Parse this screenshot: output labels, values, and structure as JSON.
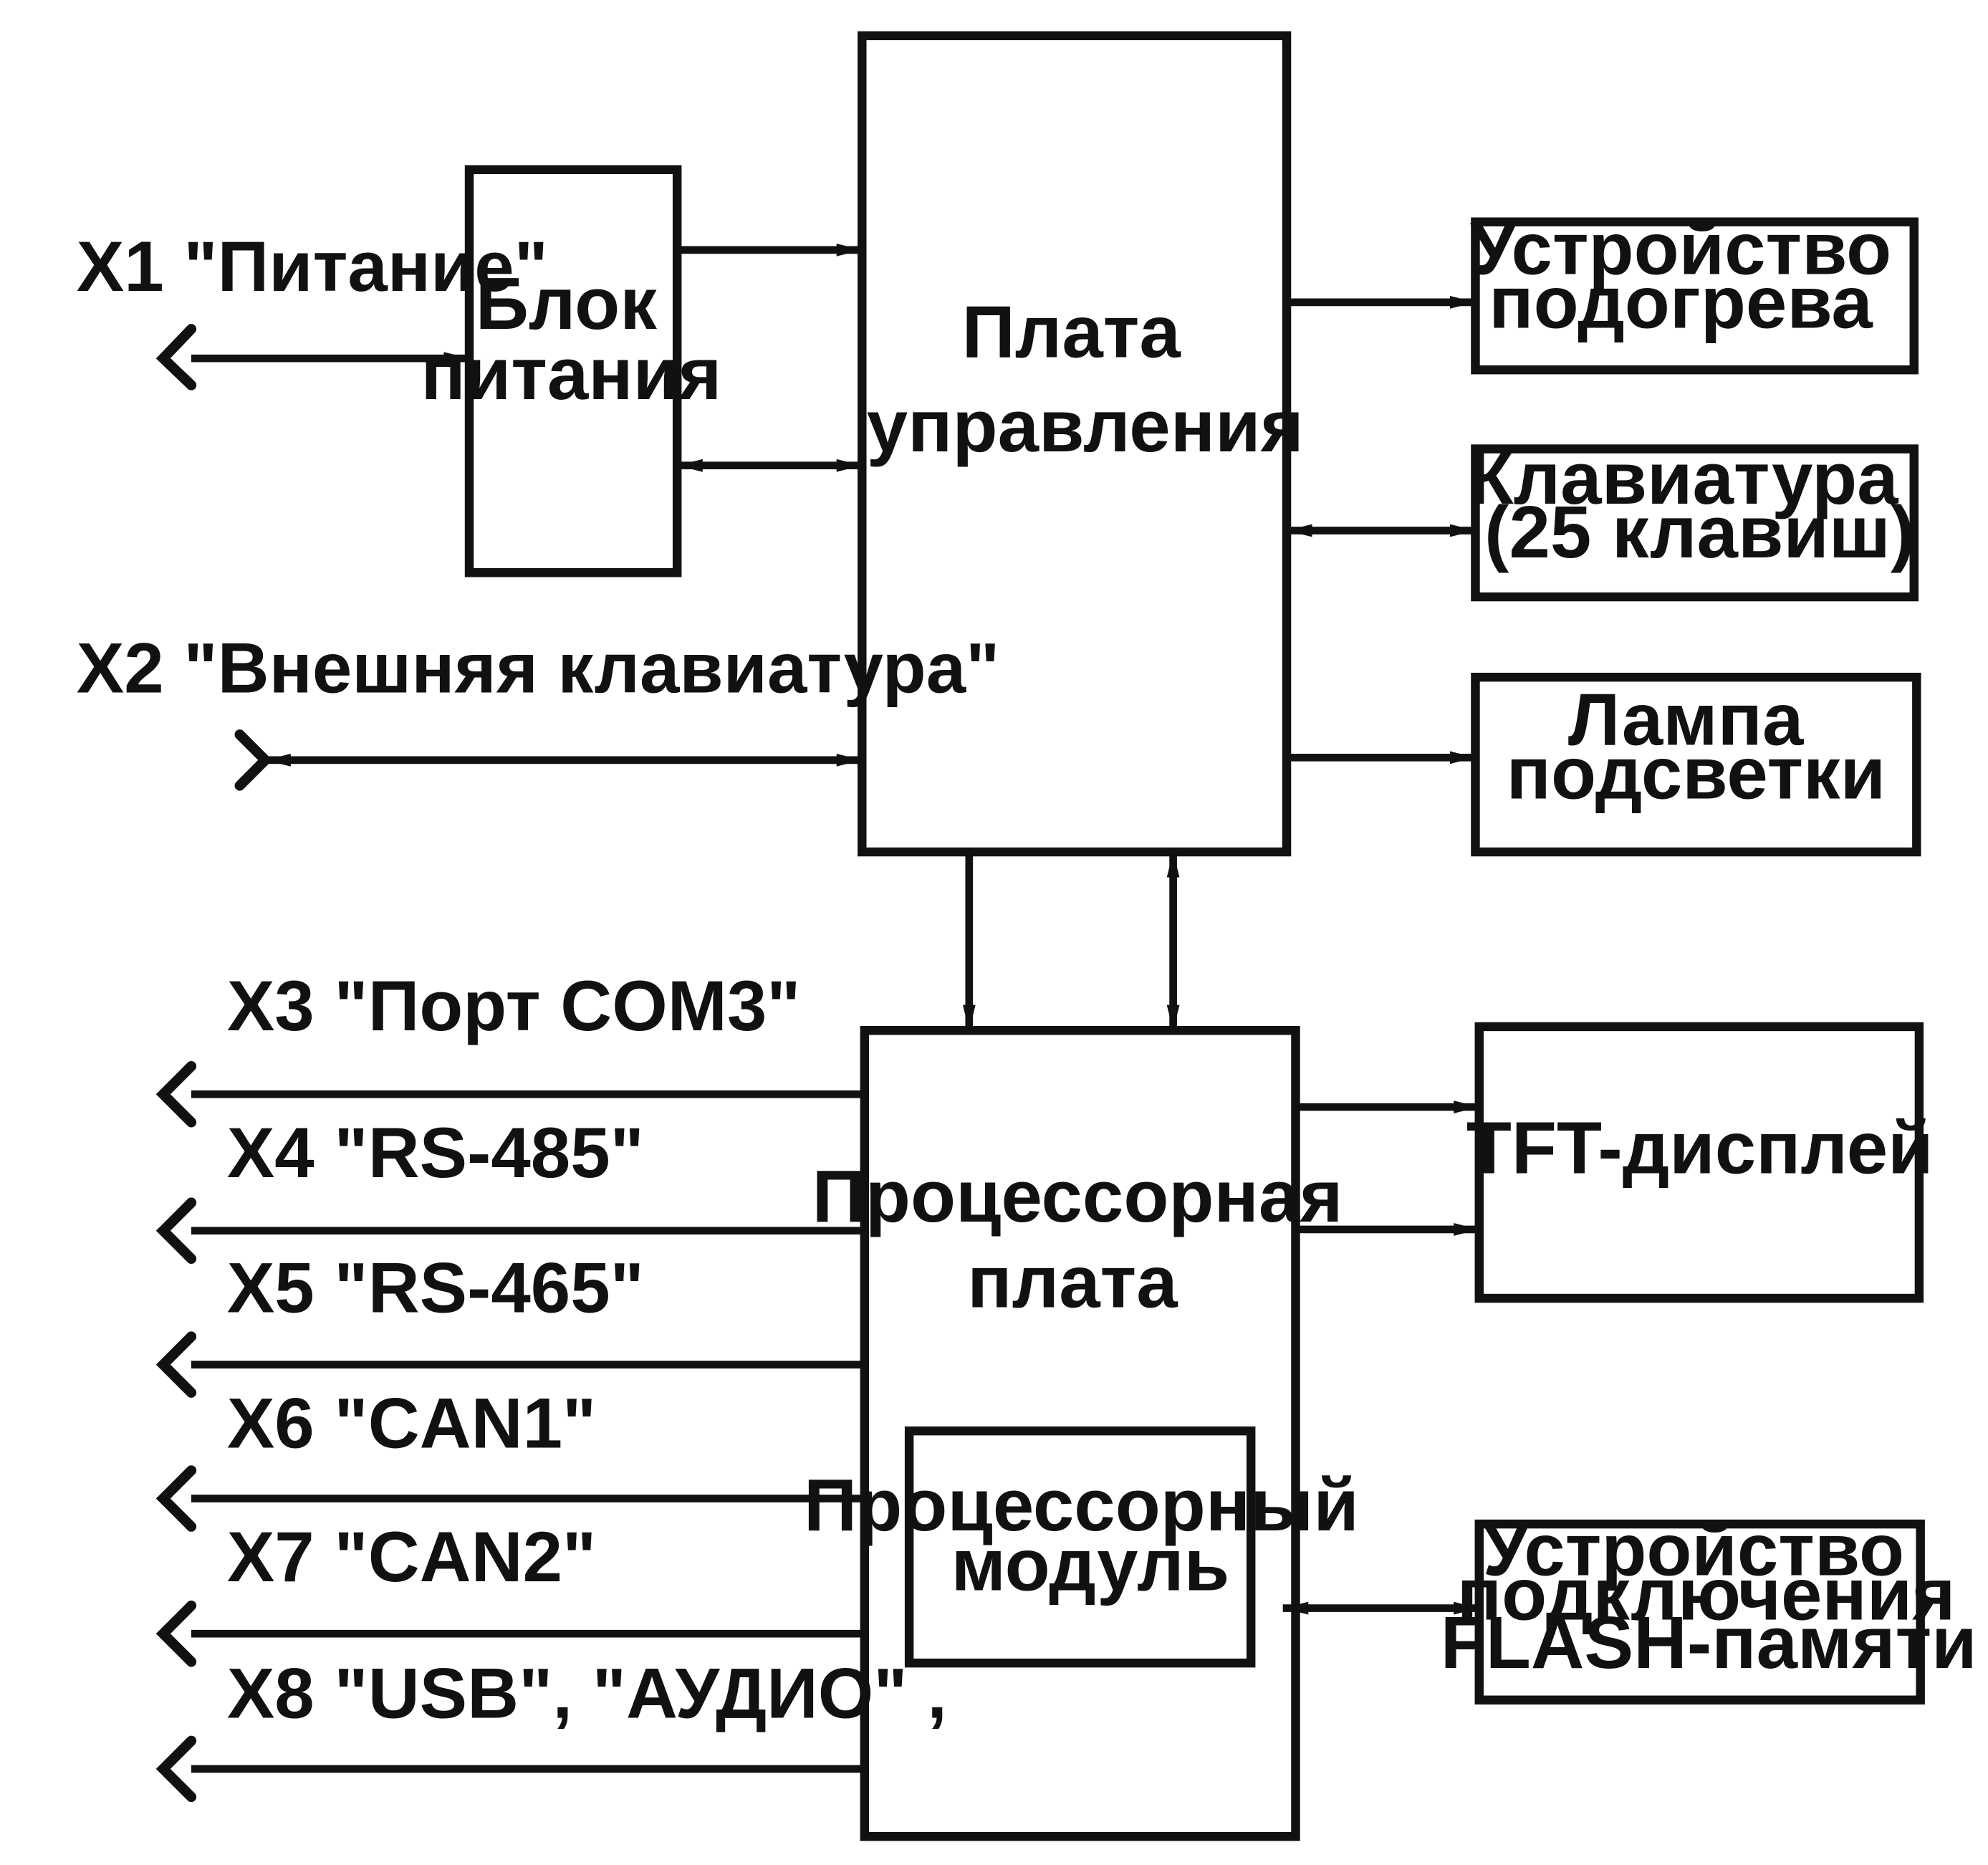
{
  "blocks": {
    "power_unit": [
      "Блок",
      "питания"
    ],
    "control_board": [
      "Плата",
      "управления"
    ],
    "heater": [
      "Устройство",
      "подогрева"
    ],
    "keypad": [
      "Клавиатура",
      "(25 клавиш)"
    ],
    "backlight": [
      "Лампа",
      "подсветки"
    ],
    "cpu_board": [
      "Процессорная",
      "плата"
    ],
    "cpu_module": [
      "Процессорный",
      "модуль"
    ],
    "tft": [
      "TFT-дисплей"
    ],
    "flash": [
      "Устройство",
      "подключения",
      "FLASH-памяти"
    ]
  },
  "connectors": {
    "x1": "X1 \"Питание\"",
    "x2": "X2 \"Внешняя клавиатура\"",
    "x3": "X3 \"Порт COM3\"",
    "x4": "X4 \"RS-485\"",
    "x5": "X5 \"RS-465\"",
    "x6": "X6 \"CAN1\"",
    "x7": "X7 \"CAN2\"",
    "x8": "X8 \"USB\", \"АУДИО\" ,"
  }
}
